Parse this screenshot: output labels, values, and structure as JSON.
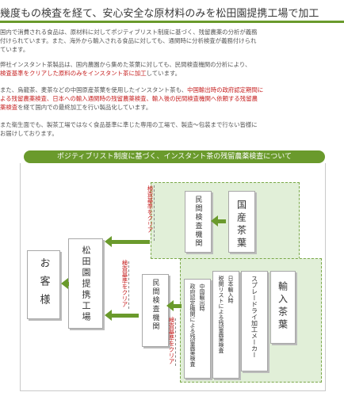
{
  "header": {
    "title": "幾度もの検査を経て、安心安全な原材料のみを松田園提携工場で加工"
  },
  "intro": {
    "p1_lines": [
      "国内で消費される食品は、原材料に対してポジティブリスト制度に基づく、残留農薬の分析が義務",
      "付けられています。また、海外から輸入される食品に対しても、通関時に分析検査が義務付けられ",
      "ています。"
    ],
    "p2_line1": "弊社インスタント茶製品は、国内農園から集めた茶葉に対しても、民間検査機関の分析により、",
    "p2_line2_red": "検査基準をクリアした原料のみをインスタント茶に加工",
    "p2_line2_end": "しています。",
    "p3_line1_start": "また、烏龍茶、麦茶などの中国原産茶葉を使用したインスタント茶も、",
    "p3_line1_red": "中国輸出時の政府認定期間に",
    "p3_line2_red": "よる残留農薬検査、日本への輸入通関時の残留農薬検査、輸入後の民間検査機関へ依頼する残留農",
    "p3_line3_red": "薬検査",
    "p3_line3_end": "を経て国内での最終加工を行い製品化しています。",
    "p4_lines": [
      "また衛生面でも、製茶工場ではなく食品基準に準じた専用の工場で、製造～包装まで行ない皆様に",
      "お届けしております。"
    ]
  },
  "diagram": {
    "banner": "ポジティブリスト制度に基づく、インスタント茶の残留農薬検査について",
    "customer": "お客様",
    "factory": "松田園提携工場",
    "private_lab_top": "民間検査機関",
    "domestic_tea": "国産茶葉",
    "private_lab_mid": "民間検査機関",
    "import_tea": "輸入茶葉",
    "spray_maker": "スプレードライ加工メーカー",
    "import_time": "日本輸入時",
    "import_check": "税関リストによる残留農薬検査",
    "china_export": "中国輸出時",
    "china_check": "政府認定機関による残留農薬検査",
    "pass_label": "検査基準をクリア",
    "colors": {
      "accent": "#6a9a2c",
      "box_fill": "#e1efd8",
      "highlight": "#c62020"
    }
  }
}
